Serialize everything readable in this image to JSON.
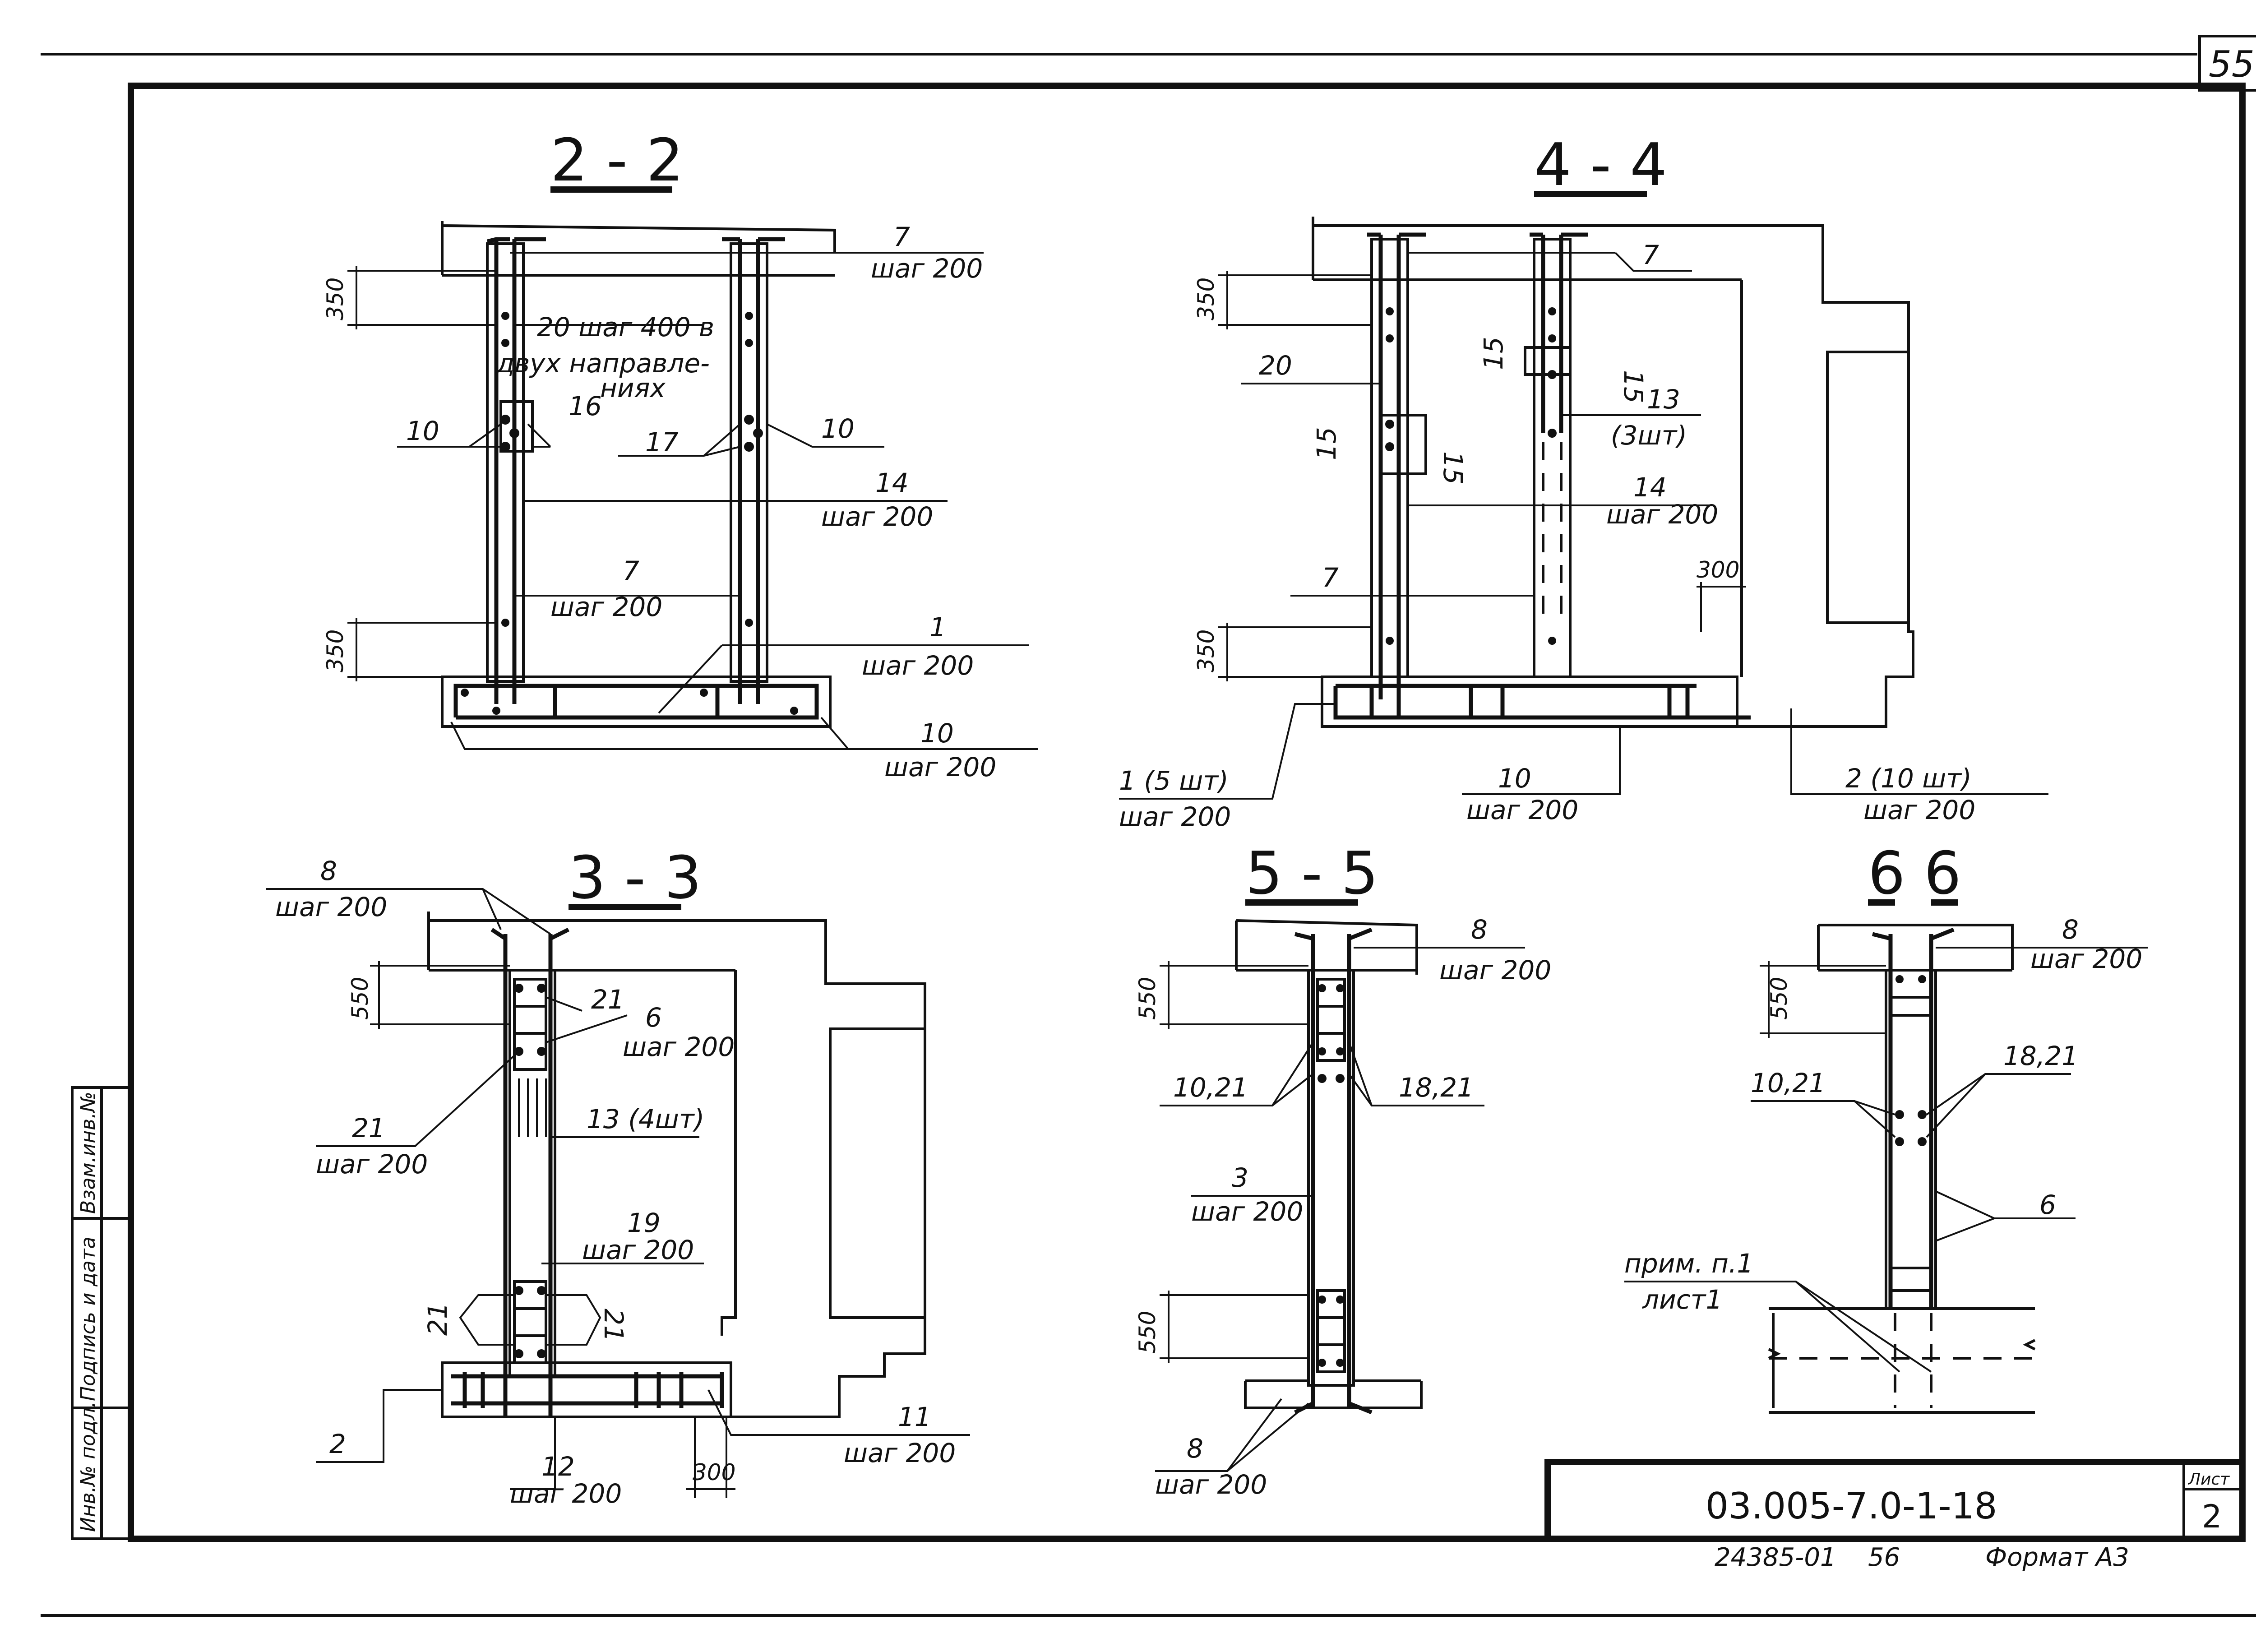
{
  "sheet": {
    "page_number": "55",
    "designation": "03.005-7.0-1-18",
    "sheet_label": "Лист",
    "sheet_number": "2",
    "footer_code": "24385-01",
    "footer_num": "56",
    "format": "Формат А3",
    "side_stamp": [
      "Инв.№ подл.",
      "Подпись и дата",
      "Взам.инв.№"
    ]
  },
  "sections": {
    "s22": {
      "title": "2 - 2",
      "dims": [
        "350",
        "350"
      ],
      "labels": {
        "l7a": "7",
        "l7a_step": "шаг 200",
        "l20": "20 шаг 400 в",
        "l20b": "двух направле-",
        "l20c": "ниях",
        "l10a": "10",
        "l16": "16",
        "l17": "17",
        "l10b": "10",
        "l14": "14",
        "l14_step": "шаг 200",
        "l7b": "7",
        "l7b_step": "шаг 200",
        "l1": "1",
        "l1_step": "шаг 200",
        "l10c": "10",
        "l10c_step": "шаг 200"
      }
    },
    "s44": {
      "title": "4 - 4",
      "dims": [
        "350",
        "350",
        "300"
      ],
      "labels": {
        "l7a": "7",
        "l15a": "15",
        "l15b": "15",
        "l20": "20",
        "l15c": "15",
        "l15d": "15",
        "l13": "13",
        "l13b": "(3шт)",
        "l14": "14",
        "l14_step": "шаг 200",
        "l7b": "7",
        "l1": "1 (5 шт)",
        "l1_step": "шаг 200",
        "l10": "10",
        "l10_step": "шаг 200",
        "l2": "2 (10 шт)",
        "l2_step": "шаг 200"
      }
    },
    "s33": {
      "title": "3 - 3",
      "dims": [
        "550",
        "300"
      ],
      "labels": {
        "l8": "8",
        "l8_step": "шаг 200",
        "l21a": "21",
        "l6": "6",
        "l6_step": "шаг 200",
        "l21b": "21",
        "l21b_step": "шаг 200",
        "l13": "13 (4шт)",
        "l19": "19",
        "l19_step": "шаг 200",
        "l21c": "21",
        "l21d": "21",
        "l2": "2",
        "l12": "12",
        "l12_step": "шаг 200",
        "l11": "11",
        "l11_step": "шаг 200"
      }
    },
    "s55": {
      "title": "5 - 5",
      "dims": [
        "550",
        "550"
      ],
      "labels": {
        "l8a": "8",
        "l8a_step": "шаг 200",
        "l1021": "10,21",
        "l1821": "18,21",
        "l3": "3",
        "l3_step": "шаг 200",
        "l8b": "8",
        "l8b_step": "шаг 200"
      }
    },
    "s66": {
      "title": "6 6",
      "dims": [
        "550"
      ],
      "labels": {
        "l8": "8",
        "l8_step": "шаг 200",
        "l1021": "10,21",
        "l1821": "18,21",
        "l6": "6",
        "lnote": "прим. п.1",
        "lnote2": "лист1"
      }
    }
  }
}
